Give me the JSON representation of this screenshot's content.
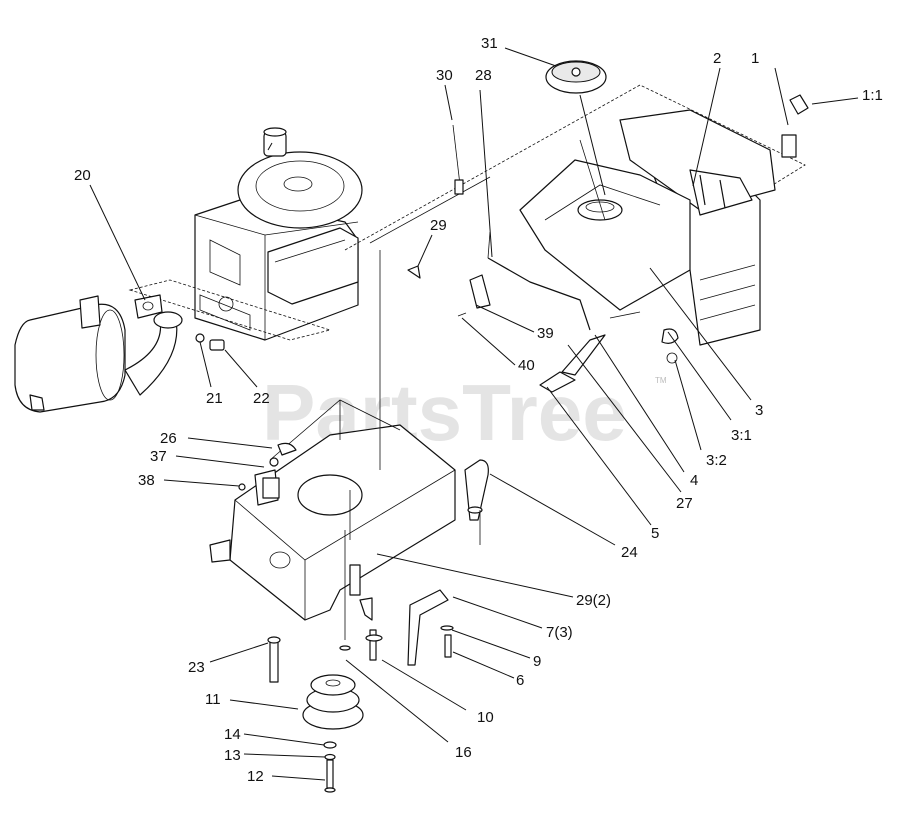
{
  "watermark": {
    "text": "PartsTree",
    "mark": "TM"
  },
  "callouts": {
    "c1": "1",
    "c1_1": "1:1",
    "c2": "2",
    "c3": "3",
    "c3_1": "3:1",
    "c3_2": "3:2",
    "c4": "4",
    "c5": "5",
    "c6": "6",
    "c7": "7(3)",
    "c9": "9",
    "c10": "10",
    "c11": "11",
    "c12": "12",
    "c13": "13",
    "c14": "14",
    "c16": "16",
    "c20": "20",
    "c21": "21",
    "c22": "22",
    "c23": "23",
    "c24": "24",
    "c26": "26",
    "c27": "27",
    "c28": "28",
    "c29": "29",
    "c29_2": "29(2)",
    "c30": "30",
    "c31": "31",
    "c37": "37",
    "c38": "38",
    "c39": "39",
    "c40": "40"
  }
}
